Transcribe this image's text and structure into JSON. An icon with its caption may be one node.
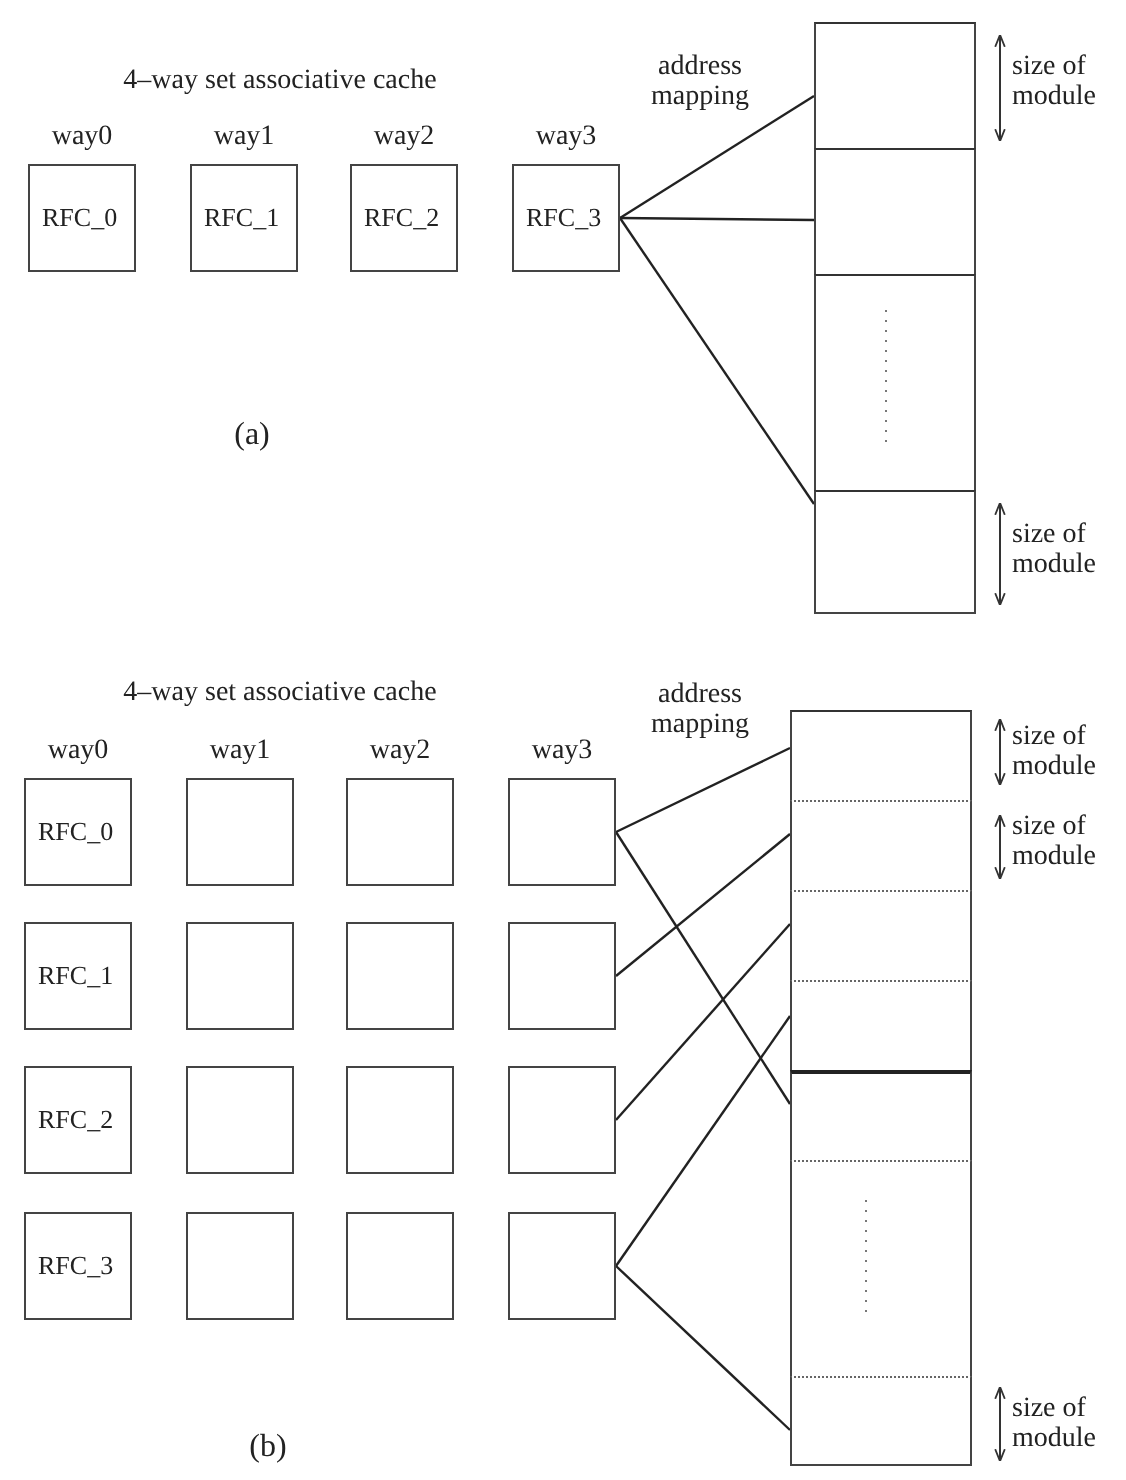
{
  "diagram": {
    "nodes": [
      {
        "text": [
          "RFC_0"
        ]
      },
      {
        "text": [
          "RFC_1"
        ]
      },
      {
        "text": [
          "RFC_2"
        ]
      },
      {
        "text": [
          "RFC_3"
        ]
      },
      {
        "text": [],
        "shape": "box"
      },
      {
        "text": [],
        "shape": "box"
      },
      {
        "text": [],
        "shape": "box"
      },
      {
        "text": [],
        "shape": "box"
      },
      {
        "text": [
          "RFC_0"
        ]
      },
      {
        "text": [],
        "shape": "box"
      },
      {
        "text": [],
        "shape": "box"
      },
      {
        "text": [],
        "shape": "box"
      },
      {
        "text": [
          "RFC_1"
        ]
      },
      {
        "text": [],
        "shape": "box"
      },
      {
        "text": [],
        "shape": "box"
      },
      {
        "text": [],
        "shape": "box"
      },
      {
        "text": [
          "RFC_2"
        ]
      },
      {
        "text": [],
        "shape": "box"
      },
      {
        "text": [],
        "shape": "box"
      },
      {
        "text": [],
        "shape": "box"
      },
      {
        "text": [
          "RFC_3"
        ]
      },
      {
        "text": [],
        "shape": "box"
      },
      {
        "text": [],
        "shape": "box"
      },
      {
        "text": [],
        "shape": "box"
      },
      {
        "text": [],
        "shape": "box"
      },
      {
        "text": [],
        "shape": "box"
      },
      {
        "text": [],
        "shape": "box"
      },
      {
        "text": [],
        "shape": "box"
      },
      {
        "text": [],
        "shape": "box"
      },
      {
        "text": [],
        "shape": "box"
      },
      {
        "text": [],
        "shape": "box"
      }
    ],
    "edges": [
      {
        "from": 3,
        "to": 4,
        "arrow": "none"
      },
      {
        "from": 3,
        "to": 5,
        "arrow": "none"
      },
      {
        "from": 3,
        "to": 7,
        "arrow": "none"
      },
      {
        "from": 11,
        "to": 24,
        "arrow": "none"
      },
      {
        "from": 11,
        "to": 28,
        "arrow": "none"
      },
      {
        "from": 15,
        "to": 25,
        "arrow": "none"
      },
      {
        "from": 19,
        "to": 26,
        "arrow": "none"
      },
      {
        "from": 23,
        "to": 27,
        "arrow": "none"
      },
      {
        "from": 23,
        "to": 30,
        "arrow": "none"
      }
    ],
    "labels": [
      "4–way set associative cache",
      "address mapping",
      "size of module",
      "way0",
      "way1",
      "way2",
      "way3",
      "size of module",
      "(a)",
      "4–way set associative cache",
      "address mapping",
      "size of module",
      "size of module",
      "way0",
      "way1",
      "way2",
      "way3",
      "size of module",
      "(b)"
    ]
  }
}
